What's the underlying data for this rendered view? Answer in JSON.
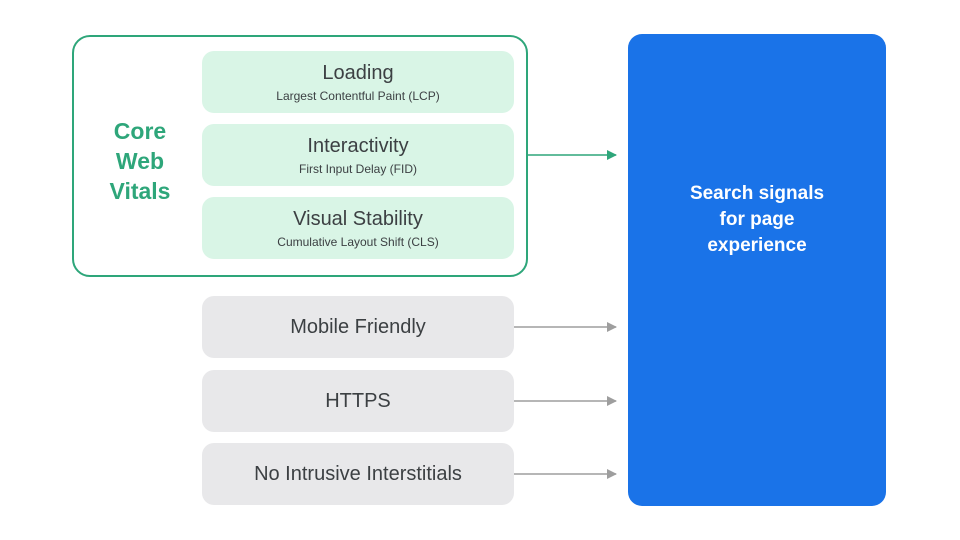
{
  "core_web_vitals": {
    "title_lines": [
      "Core",
      "Web",
      "Vitals"
    ],
    "accent_color": "#2ea67a",
    "metrics": [
      {
        "name": "Loading",
        "sub": "Largest Contentful Paint (LCP)"
      },
      {
        "name": "Interactivity",
        "sub": "First Input Delay (FID)"
      },
      {
        "name": "Visual Stability",
        "sub": "Cumulative Layout Shift (CLS)"
      }
    ]
  },
  "other_signals": [
    {
      "label": "Mobile Friendly"
    },
    {
      "label": "HTTPS"
    },
    {
      "label": "No Intrusive Interstitials"
    }
  ],
  "result": {
    "label": "Search signals for page experience",
    "color": "#1a73e8"
  },
  "arrow_colors": {
    "core": "#2ea67a",
    "other": "#9e9e9e"
  }
}
